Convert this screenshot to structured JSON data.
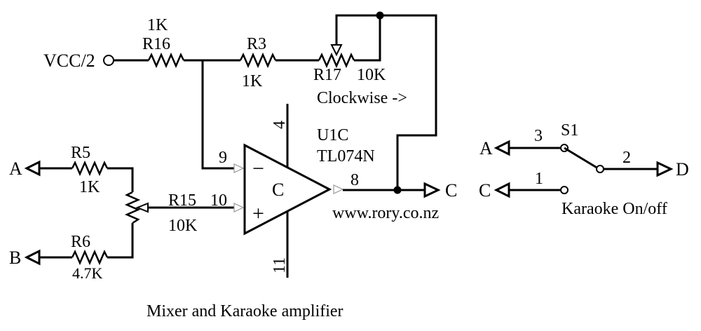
{
  "vcc": {
    "label": "VCC/2"
  },
  "r16": {
    "value": "1K",
    "name": "R16"
  },
  "r3": {
    "name": "R3",
    "value": "1K"
  },
  "r17": {
    "name": "R17",
    "value": "10K",
    "note": "Clockwise ->"
  },
  "opamp": {
    "ref": "U1C",
    "part": "TL074N",
    "section": "C",
    "pin_inv": "9",
    "pin_noninv": "10",
    "pin_out": "8",
    "pin_vplus": "4",
    "pin_vminus": "11",
    "sign_minus": "−",
    "sign_plus": "+",
    "url": "www.rory.co.nz"
  },
  "r5": {
    "name": "R5",
    "value": "1K"
  },
  "r6": {
    "name": "R6",
    "value": "4.7K"
  },
  "r15": {
    "name": "R15",
    "value": "10K"
  },
  "ports": {
    "a": "A",
    "b": "B",
    "c": "C",
    "d": "D"
  },
  "switch": {
    "name": "S1",
    "pin3": "3",
    "pin2": "2",
    "pin1": "1",
    "caption": "Karaoke On/off"
  },
  "title": "Mixer and Karaoke amplifier"
}
